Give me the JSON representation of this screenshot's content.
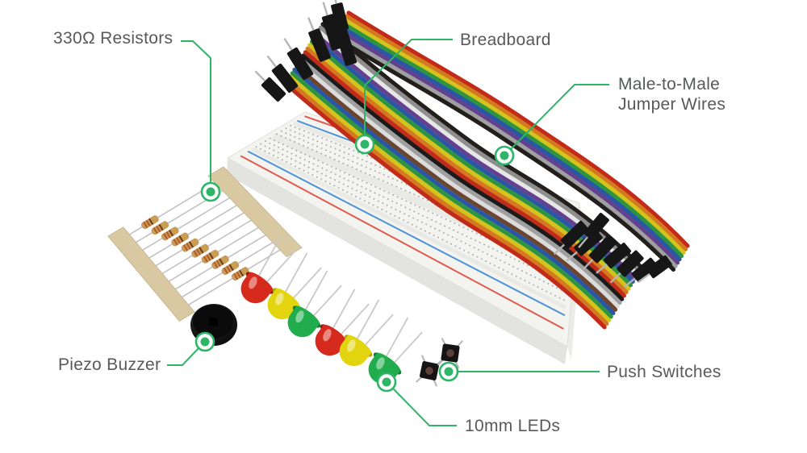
{
  "title": "Electronics starter kit components",
  "colors": {
    "background": "#ffffff",
    "accent": "#2eb568",
    "label_text": "#58595b"
  },
  "callouts": [
    {
      "id": "resistors",
      "label": "330Ω Resistors"
    },
    {
      "id": "breadboard",
      "label": "Breadboard"
    },
    {
      "id": "jumper-wires",
      "label": "Male-to-Male Jumper Wires",
      "label_lines": [
        "Male-to-Male",
        "Jumper Wires"
      ]
    },
    {
      "id": "piezo-buzzer",
      "label": "Piezo Buzzer"
    },
    {
      "id": "push-switches",
      "label": "Push Switches"
    },
    {
      "id": "leds",
      "label": "10mm LEDs"
    }
  ],
  "illustration": {
    "jumper_wire_colors": [
      "#221f1c",
      "#8e8e8e",
      "#e6e6e6",
      "#64418f",
      "#2a57a5",
      "#2e9440",
      "#d3c31c",
      "#d4791f",
      "#c22b1a",
      "#1b1b1b",
      "#9f9f9f",
      "#dcdcdc",
      "#6b4530",
      "#2a57a5",
      "#2e9440",
      "#d3c31c",
      "#d4791f",
      "#c22b1a"
    ],
    "jumper_wire_colors_b": [
      "#c22b1a",
      "#d4791f",
      "#d3c31c",
      "#2e9440",
      "#2a57a5",
      "#64418f",
      "#9f9f9f",
      "#221f1c"
    ],
    "led_sequence": [
      "red",
      "yellow",
      "green",
      "red",
      "yellow",
      "green"
    ],
    "led_palette": {
      "red": {
        "fill": "#d62a1c",
        "dark": "#9e1408"
      },
      "yellow": {
        "fill": "#e3d410",
        "dark": "#b0a409"
      },
      "green": {
        "fill": "#21ad4d",
        "dark": "#0f7d33"
      }
    },
    "breadboard": {
      "body": "#f3f3f0",
      "side": "#e3e3df",
      "end": "#ebebe7",
      "rail_red": "#e05a4e",
      "rail_blue": "#4b92d6",
      "hole": "#8f8f8f",
      "groove": "#e9e9e5"
    },
    "resistor": {
      "body": "#c79a5e",
      "bands": [
        "#b35c22",
        "#b35c22",
        "#6b3a16",
        "#caa43c"
      ],
      "lead": "#c2c2c2",
      "tape": "#d8c9a3"
    },
    "buzzer": {
      "body": "#101010",
      "highlight": "#464646"
    },
    "switch": {
      "body": "#151515",
      "button": "#5d4037",
      "leg": "#b5b5b5"
    },
    "connector": {
      "housing": "#161616",
      "pin": "#b5b5b5"
    }
  }
}
